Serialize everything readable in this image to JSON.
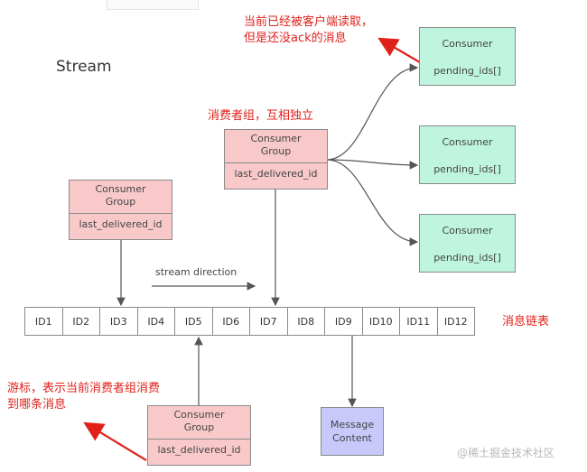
{
  "title": "Stream",
  "annotations": {
    "pending": [
      "当前已经被客户端读取，",
      "但是还没ack的消息"
    ],
    "groups": "消费者组，互相独立",
    "list": "消息链表",
    "cursor": [
      "游标，表示当前消费者组消费",
      "到哪条消息"
    ]
  },
  "direction_label": "stream direction",
  "consumer_group": {
    "name_line1": "Consumer",
    "name_line2": "Group",
    "field": "last_delivered_id"
  },
  "consumer": {
    "name": "Consumer",
    "field": "pending_ids[]"
  },
  "message": {
    "line1": "Message",
    "line2": "Content"
  },
  "ids": [
    "ID1",
    "ID2",
    "ID3",
    "ID4",
    "ID5",
    "ID6",
    "ID7",
    "ID8",
    "ID9",
    "ID10",
    "ID11",
    "ID12"
  ],
  "watermark": "@稀土掘金技术社区"
}
